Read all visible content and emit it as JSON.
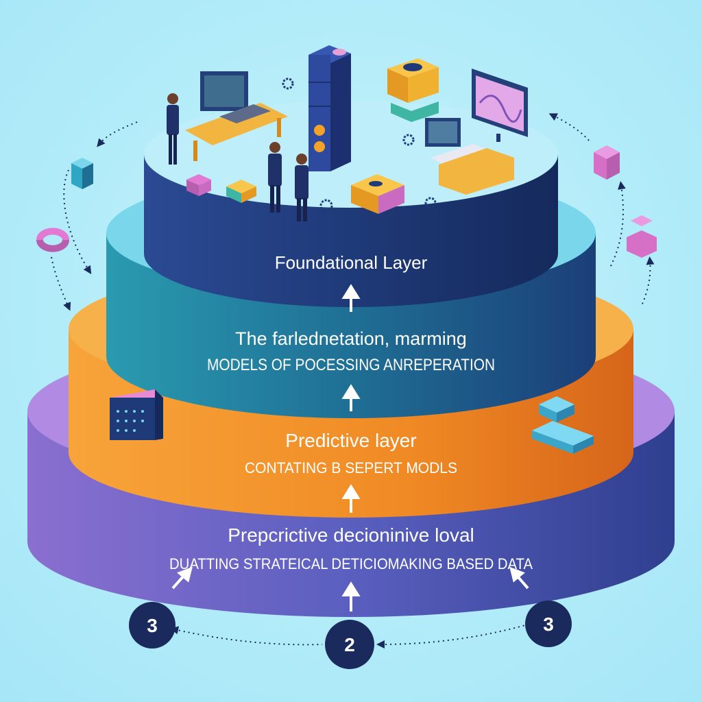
{
  "layers": {
    "top": {
      "title": "Foundational Layer"
    },
    "second": {
      "title": "The farlednetation, marming",
      "subtitle": "models of pocessing anreperation"
    },
    "third": {
      "title": "Predictive layer",
      "subtitle": "contating b sepert modls"
    },
    "bottom": {
      "title": "Prepcrictive decioninive loval",
      "subtitle": "duatting strateical deticiomaking  based data"
    }
  },
  "badges": {
    "left": "3",
    "center": "2",
    "right": "3"
  },
  "colors": {
    "background": "#b3ecf9",
    "layer_top": "#1f3a78",
    "layer_second": "#1e6d8c",
    "layer_third": "#f08a24",
    "layer_bottom": "#6b5fb8",
    "badge": "#1a2a5c"
  },
  "icons": [
    "laptop-desk-icon",
    "server-tower-icon",
    "monitor-chart-icon",
    "gear-icon",
    "cube-icon",
    "calendar-block-icon",
    "stacked-blocks-icon",
    "ring-icon"
  ]
}
